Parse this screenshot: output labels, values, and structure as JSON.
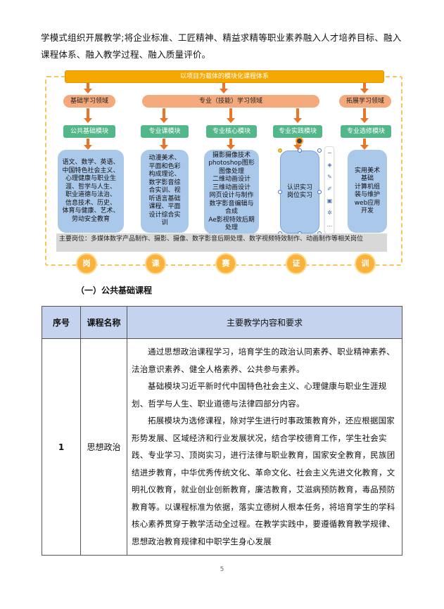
{
  "intro_text": "学模式组织开展教学;将企业标准、工匠精神、精益求精等职业素养融入人才培养目标、融入课程体系、融入教学过程、融入质量评价。",
  "diagram": {
    "top_banner": "以项目为载体的模块化课程体系",
    "domains": {
      "basic": "基础学习领域",
      "professional": "专业（技能）学习领域",
      "extension": "拓展学习领域"
    },
    "modules": [
      "公共基础模块",
      "专业课模块",
      "专业核心模块",
      "专业实践模块",
      "专业选修模块"
    ],
    "courses": [
      [
        "语文、数学、英语、",
        "中国特色社会主义、",
        "心理健康与职业生",
        "涯、哲学与人生、",
        "职业道德与法治、",
        "信息技术、历史、",
        "体育与健康、艺术、",
        "劳动安全教育"
      ],
      [
        "动漫美术、",
        "平面和色彩",
        "构成理论、",
        "数字影音综",
        "合实训、视",
        "听语言基础",
        "课程、平面",
        "设计综合实",
        "训"
      ],
      [
        "摄影摄像技术",
        "photoshop图形",
        "图像处理",
        "二维动画设计",
        "三维动画设计",
        "网页设计与制作",
        "数字影音编辑与",
        "合成",
        "Ae影视特效后期",
        "处理"
      ],
      [
        "认识实习",
        "岗位实习"
      ],
      [
        "实用美术",
        "基础",
        "计算机组",
        "装与维护",
        "web应用",
        "开发"
      ]
    ],
    "posts_text": "主要岗位：多媒体数字产品制作、摄影、摄像、数字影音后期处理、数字视频特效制作、动画制作等相关岗位",
    "pillars": [
      "岗",
      "课",
      "赛",
      "证",
      "训"
    ],
    "toolbar_icons": [
      "collapse-icon",
      "layers-icon",
      "pen-icon",
      "paint-icon",
      "frame-icon",
      "magic-icon",
      "more-icon"
    ],
    "colors": {
      "banner": "#f5a800",
      "domain": "#f4a97c",
      "module": "#53b78a",
      "course": "#aac8ea",
      "arrow": "#e9752a",
      "pillar": "#f9b33c",
      "frame": "#f5c560"
    }
  },
  "section_heading": "（一）公共基础课程",
  "table": {
    "headers": [
      "序号",
      "课程名称",
      "主要教学内容和要求"
    ],
    "rows": [
      {
        "num": "1",
        "name": "思想政治",
        "paragraphs": [
          "通过思想政治课程学习，培育学生的政治认同素养、职业精神素养、法治意识素养、健全人格素养、公共参与素养。",
          "基础模块习近平新时代中国特色社会主义、心理健康与职业生涯规划、哲学与人生、职业道德与法律四部分内容。",
          "拓展模块为选修课程，除对学生进行时事政策教育外，还应根据国家形势发展、区域经济和行业发展状况，结合学校德育工作，学生社会实践、专业学习、顶岗实习，进行法律与职业教育，国家安全教育，民族团结进步教育，中华优秀传统文化、革命文化、社会主义先进文化教育，文明礼仪教育，就业创业创新教育，廉洁教育，艾滋病预防教育，毒品预防教育等。以课程标准为依据，落实立德树人根本任务，将培育学生的学科核心素养贯穿于教学活动全过程。在教学实践中，要遵循教育教学规律、思想政治教育规律和中职学生身心发展"
        ]
      }
    ]
  },
  "page_number": "5"
}
